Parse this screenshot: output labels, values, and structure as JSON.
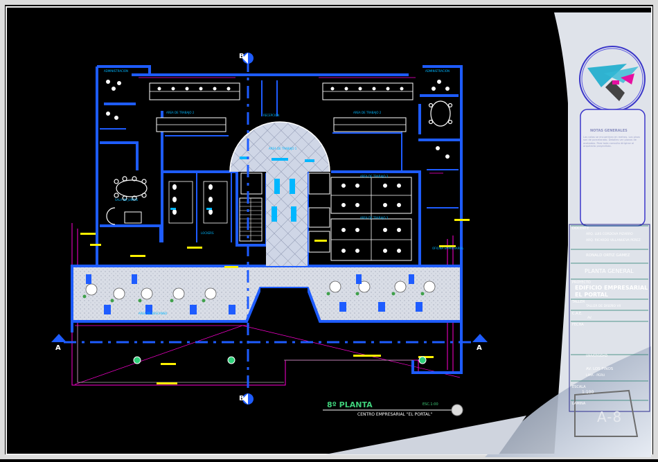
{
  "drawing": {
    "title": "8º PLANTA",
    "scale_text": "ESC.1:00",
    "subtitle": "CENTRO EMPRESARIAL \"EL PORTAL\""
  },
  "section_marks": {
    "b_top": "B",
    "b_bottom": "B",
    "a_left": "A",
    "a_right": "A"
  },
  "room_labels": [
    "ADMINISTRACION",
    "ADMINISTRACION",
    "AREA DE TRABAJO 2",
    "AREA DE TRABAJO 2",
    "AREA DE TRABAJO 1",
    "RECEPCION",
    "SALA DE JUNTAS",
    "AREA DE TRABAJO 3",
    "AREA DE TRABAJO 3",
    "LOCKERS",
    "OFICINA EMPRESARIAL",
    "AREA DE DESCANSO"
  ],
  "title_block": {
    "notes_title": "NOTAS GENERALES",
    "notes_text": "Las cotas se encuentran en metros. Los pisos son de porcelanato. Detalles ver planos de acabados. Para toda consulta dirigirse al arquitecto proyectista.",
    "docente_label": "DOCENTE",
    "docente_lines": [
      "ARQ. LUIS CORDOVA PIZARRO",
      "ARQ. RICARDO VILLANUEVA PEREZ"
    ],
    "alumno": "RONALD ORTIZ GAMEZ",
    "plano": "PLANTA GENERAL",
    "proyecto_label": "PROYECTO",
    "proyecto_lines": [
      "EDIFICIO EMPRESARIAL",
      "EL PORTAL"
    ],
    "taller_label": "TALLER",
    "taller": "TALLER DE DISEÑO VII",
    "cae_label": "C.A.E.",
    "cae": "AV.",
    "fecha_label": "FECHA",
    "univ_lines": [
      "UNIVERSIDAD",
      "AV. LOS PINOS",
      "LIMA - PERU"
    ],
    "escala_label": "ESCALA",
    "escala": "1:100",
    "lamina_label": "LAMINA",
    "lamina": "A-8"
  },
  "colors": {
    "wall_blue": "#1e5cff",
    "cyan": "#00b7ff",
    "magenta": "#ff00d4",
    "yellow": "#fff200",
    "white": "#ffffff",
    "background": "#000000"
  }
}
